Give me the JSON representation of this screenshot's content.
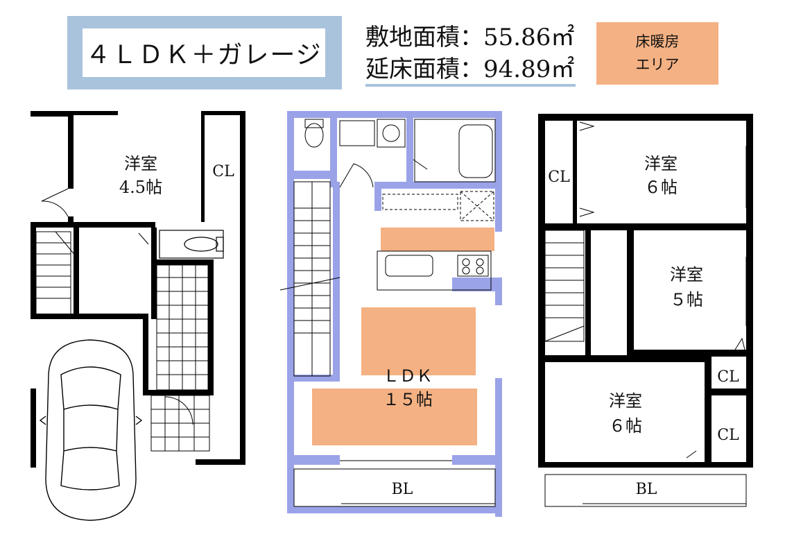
{
  "title": "４ＬＤＫ＋ガレージ",
  "site_area": "敷地面積：55.86㎡",
  "floor_area": "延床面積：94.89㎡",
  "legend": {
    "line1": "床暖房",
    "line2": "エリア",
    "color": "#f4b183"
  },
  "colors": {
    "wall": "#000000",
    "accent_wall": "#9aa3e8",
    "floor_heating": "#f4b183",
    "title_frame": "#a9c3dc"
  },
  "floor1": {
    "room": "洋室",
    "room_size": "4.5帖",
    "closet": "CL"
  },
  "floor2": {
    "ldk": "ＬＤＫ",
    "ldk_size": "１５帖",
    "balcony": "BL"
  },
  "floor3": {
    "room_a": "洋室",
    "room_a_size": "６帖",
    "room_b": "洋室",
    "room_b_size": "５帖",
    "room_c": "洋室",
    "room_c_size": "６帖",
    "closet_a": "CL",
    "closet_b": "CL",
    "closet_c": "CL",
    "balcony": "BL"
  }
}
